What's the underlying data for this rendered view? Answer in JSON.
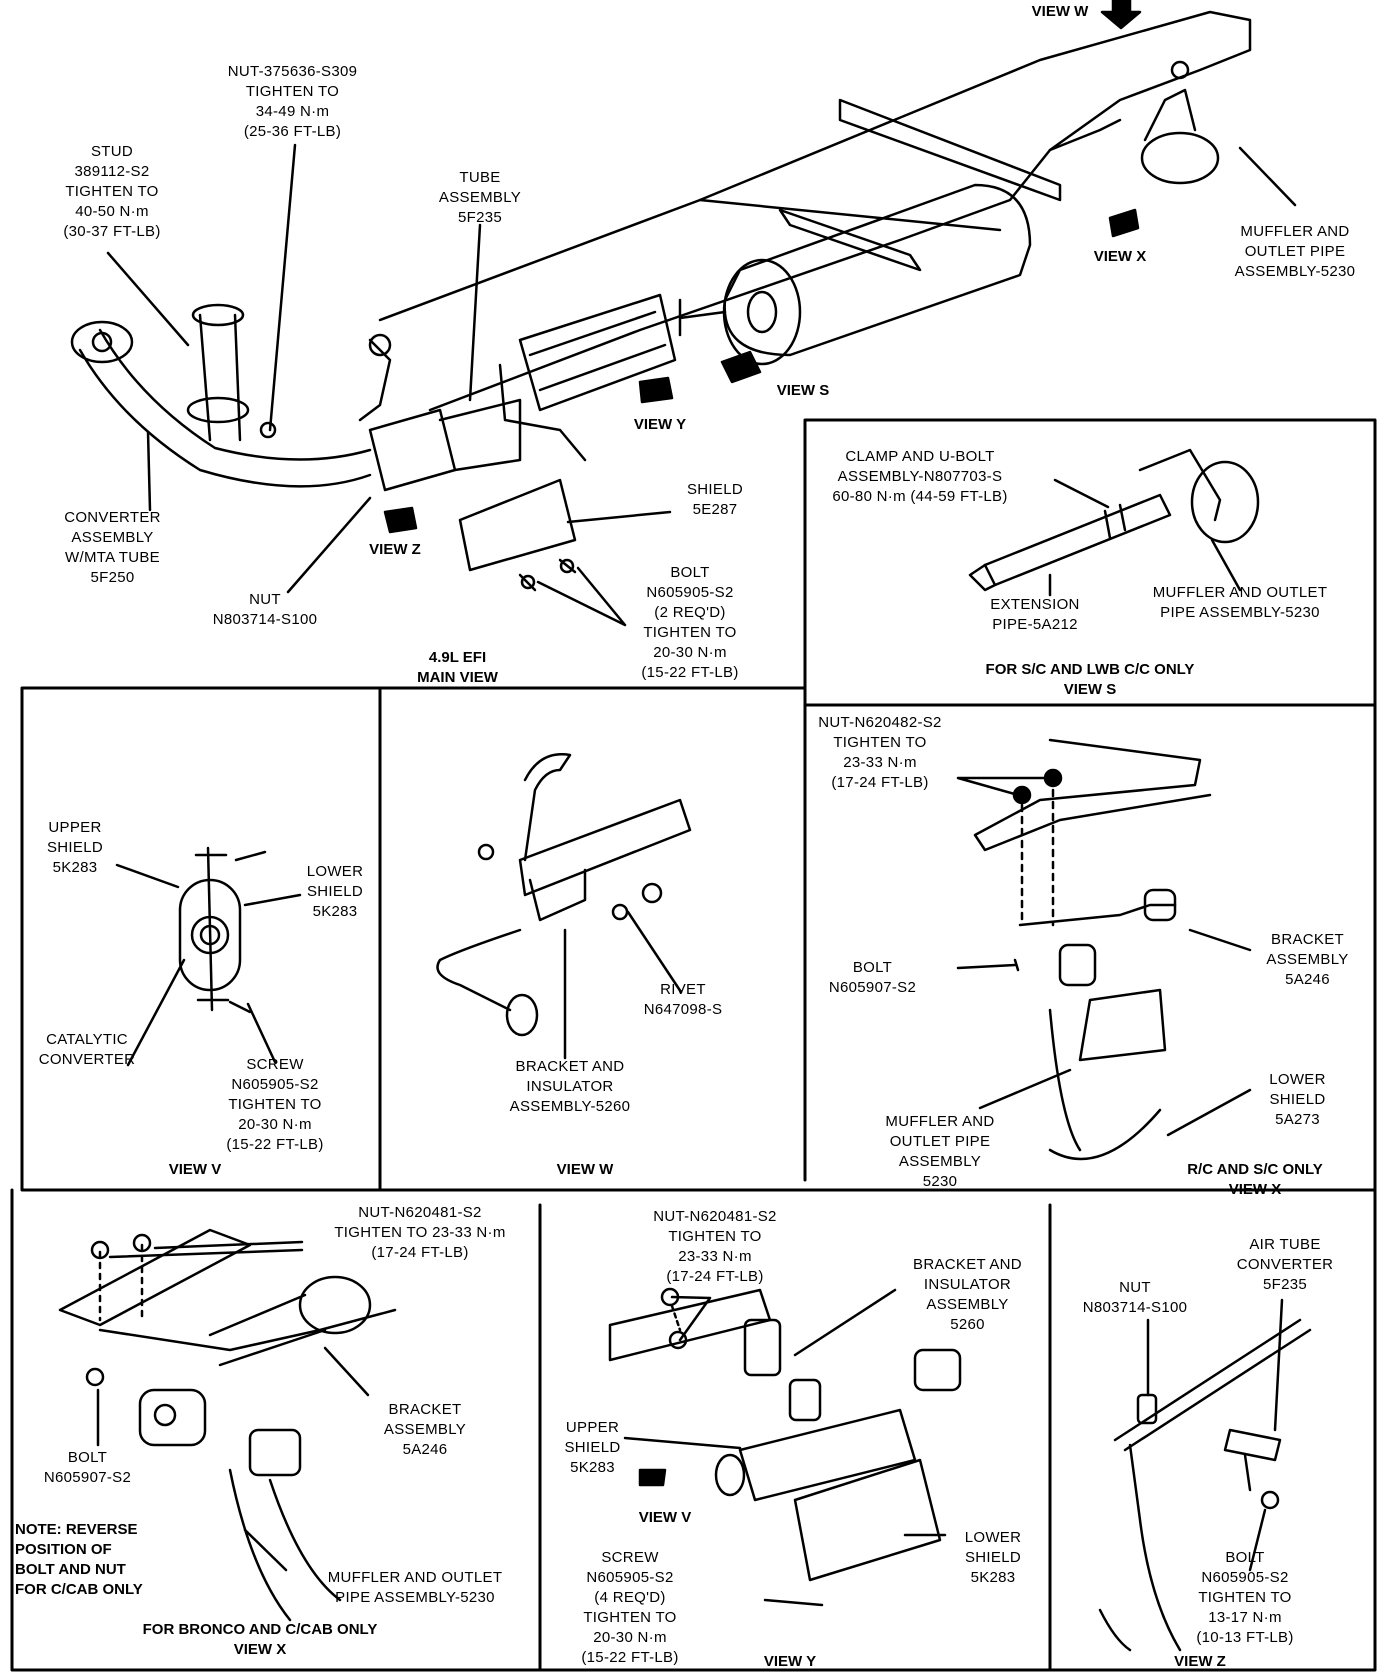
{
  "main": {
    "view_w": "VIEW W",
    "nut_375636": "NUT-375636-S309\nTIGHTEN TO\n34-49 N·m\n(25-36 FT-LB)",
    "stud": "STUD\n389112-S2\nTIGHTEN TO\n40-50 N·m\n(30-37 FT-LB)",
    "tube_assembly": "TUBE\nASSEMBLY\n5F235",
    "muffler_outlet": "MUFFLER AND\nOUTLET PIPE\nASSEMBLY-5230",
    "view_x": "VIEW X",
    "view_s": "VIEW S",
    "view_y": "VIEW Y",
    "converter": "CONVERTER\nASSEMBLY\nW/MTA TUBE\n5F250",
    "shield": "SHIELD\n5E287",
    "view_z": "VIEW Z",
    "bolt": "BOLT\nN605905-S2\n(2 REQ'D)\nTIGHTEN TO\n20-30 N·m\n(15-22 FT-LB)",
    "nut": "NUT\nN803714-S100",
    "caption": "4.9L EFI\nMAIN VIEW"
  },
  "view_s": {
    "clamp": "CLAMP AND U-BOLT\nASSEMBLY-N807703-S\n60-80 N·m (44-59 FT-LB)",
    "extension": "EXTENSION\nPIPE-5A212",
    "muffler": "MUFFLER AND OUTLET\nPIPE ASSEMBLY-5230",
    "caption": "FOR S/C AND LWB C/C ONLY\nVIEW S"
  },
  "view_v": {
    "upper_shield": "UPPER\nSHIELD\n5K283",
    "lower_shield": "LOWER\nSHIELD\n5K283",
    "catalytic": "CATALYTIC\nCONVERTER",
    "screw": "SCREW\nN605905-S2\nTIGHTEN TO\n20-30 N·m\n(15-22 FT-LB)",
    "caption": "VIEW V"
  },
  "view_w": {
    "rivet": "RIVET\nN647098-S",
    "bracket": "BRACKET AND\nINSULATOR\nASSEMBLY-5260",
    "caption": "VIEW W"
  },
  "view_x_rc": {
    "nut": "NUT-N620482-S2\nTIGHTEN TO\n23-33 N·m\n(17-24 FT-LB)",
    "bolt": "BOLT\nN605907-S2",
    "bracket": "BRACKET\nASSEMBLY\n5A246",
    "lower_shield": "LOWER\nSHIELD\n5A273",
    "muffler": "MUFFLER AND\nOUTLET PIPE\nASSEMBLY\n5230",
    "caption": "R/C AND S/C ONLY\nVIEW X"
  },
  "view_x_bronco": {
    "nut": "NUT-N620481-S2\nTIGHTEN TO 23-33 N·m\n(17-24 FT-LB)",
    "bracket": "BRACKET\nASSEMBLY\n5A246",
    "bolt": "BOLT\nN605907-S2",
    "note": "NOTE: REVERSE\n        POSITION OF\n        BOLT AND NUT\n        FOR C/CAB ONLY",
    "muffler": "MUFFLER AND OUTLET\nPIPE ASSEMBLY-5230",
    "caption": "FOR BRONCO AND C/CAB ONLY\nVIEW X"
  },
  "view_y": {
    "nut": "NUT-N620481-S2\nTIGHTEN TO\n23-33 N·m\n(17-24 FT-LB)",
    "bracket": "BRACKET AND\nINSULATOR\nASSEMBLY\n5260",
    "upper_shield": "UPPER\nSHIELD\n5K283",
    "view_v": "VIEW V",
    "screw": "SCREW\nN605905-S2\n(4 REQ'D)\nTIGHTEN TO\n20-30 N·m\n(15-22 FT-LB)",
    "lower_shield": "LOWER\nSHIELD\n5K283",
    "caption": "VIEW Y"
  },
  "view_z": {
    "air_tube": "AIR TUBE\nCONVERTER\n5F235",
    "nut": "NUT\nN803714-S100",
    "bolt": "BOLT\nN605905-S2\nTIGHTEN TO\n13-17 N·m\n(10-13 FT-LB)",
    "caption": "VIEW Z"
  }
}
